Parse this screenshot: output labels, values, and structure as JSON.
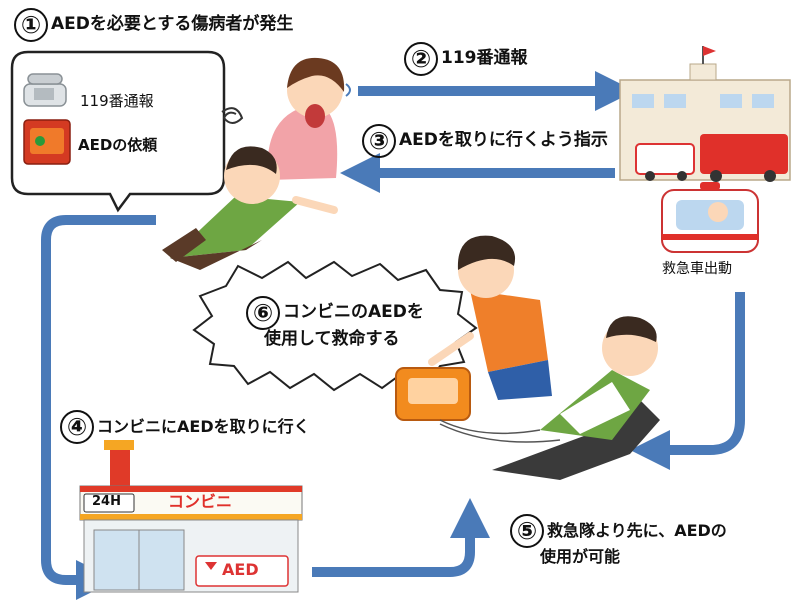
{
  "step1": {
    "num": "①",
    "text": "AEDを必要とする傷病者が発生"
  },
  "bubble": {
    "call": "119番通報",
    "request": "AEDの依頼"
  },
  "step2": {
    "num": "②",
    "text": "119番通報"
  },
  "step3": {
    "num": "③",
    "text": "AEDを取りに行くよう指示"
  },
  "ambulance_label": "救急車出動",
  "step6": {
    "num": "⑥",
    "line1": "コンビニのAEDを",
    "line2": "使用して救命する"
  },
  "step4": {
    "num": "④",
    "text": "コンビニにAEDを取りに行く"
  },
  "store": {
    "hours": "24H",
    "name": "コンビニ",
    "aed_sign": "AED"
  },
  "step5": {
    "num": "⑤",
    "line1": "救急隊より先に、AEDの",
    "line2": "使用が可能"
  },
  "colors": {
    "arrow": "#4a7ab8",
    "aed_orange": "#f28b1e",
    "store_red": "#e03a28",
    "store_orange": "#f5a623"
  }
}
